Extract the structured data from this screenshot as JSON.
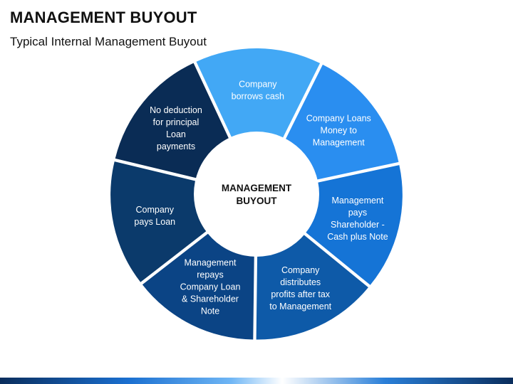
{
  "header": {
    "title": "MANAGEMENT BUYOUT",
    "subtitle": "Typical Internal Management Buyout"
  },
  "center": {
    "lines": [
      "MANAGEMENT",
      "BUYOUT"
    ]
  },
  "segments": [
    {
      "name": "segment-company-borrows-cash",
      "lines": [
        "Company",
        "borrows cash"
      ],
      "color": "#42a8f5"
    },
    {
      "name": "segment-company-loans-money",
      "lines": [
        "Company Loans",
        "Money to",
        "Management"
      ],
      "color": "#2a8ef0"
    },
    {
      "name": "segment-management-pays-shareholder",
      "lines": [
        "Management",
        "pays",
        "Shareholder -",
        "Cash plus Note"
      ],
      "color": "#1574d6"
    },
    {
      "name": "segment-company-distributes-profits",
      "lines": [
        "Company",
        "distributes",
        "profits after tax",
        "to Management"
      ],
      "color": "#0e5aa8"
    },
    {
      "name": "segment-management-repays",
      "lines": [
        "Management",
        "repays",
        "Company Loan",
        "& Shareholder",
        "Note"
      ],
      "color": "#0b4485"
    },
    {
      "name": "segment-company-pays-loan",
      "lines": [
        "Company",
        "pays Loan"
      ],
      "color": "#0b3a6b"
    },
    {
      "name": "segment-no-deduction",
      "lines": [
        "No deduction",
        "for principal",
        "Loan",
        "payments"
      ],
      "color": "#0a2c55"
    }
  ]
}
